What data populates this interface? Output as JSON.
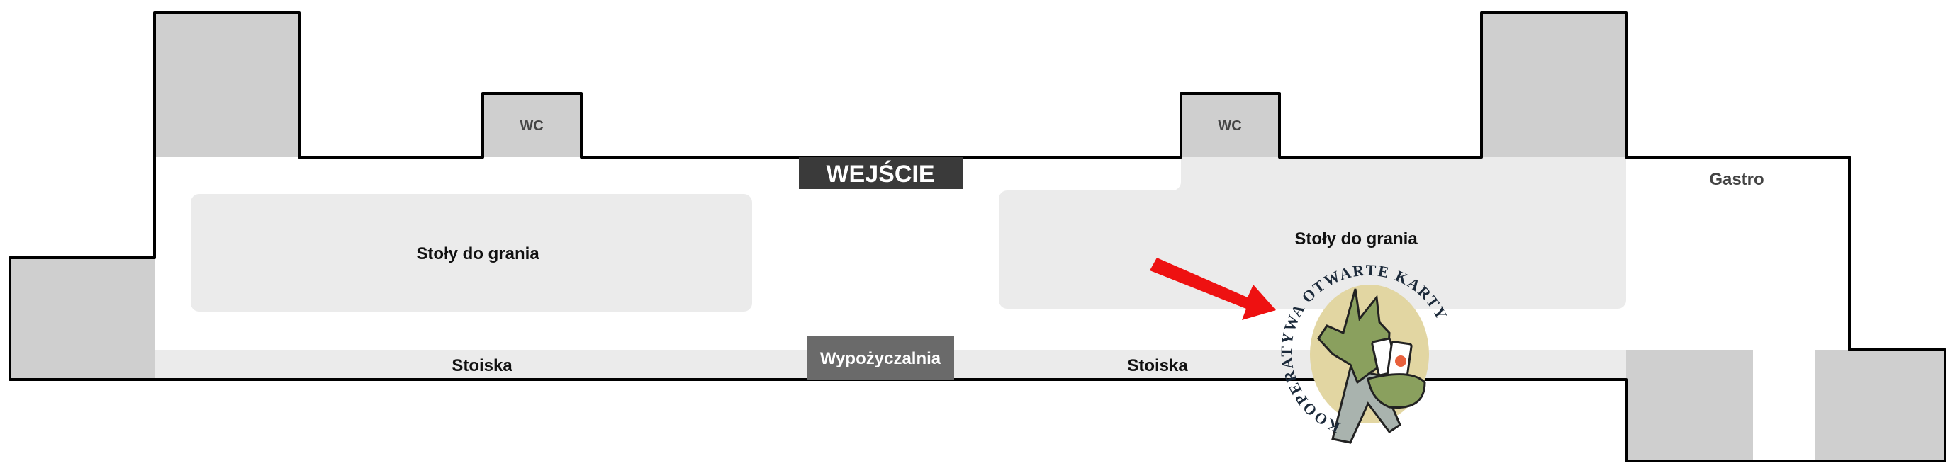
{
  "labels": {
    "entrance": "WEJŚCIE",
    "wc_left": "WC",
    "wc_right": "WC",
    "tables_left": "Stoły do grania",
    "tables_right": "Stoły do grania",
    "stalls_left": "Stoiska",
    "stalls_right": "Stoiska",
    "rental": "Wypożyczalnia",
    "gastro": "Gastro"
  },
  "logo": {
    "text": "KOOPERATYWA OTWARTE KARTY",
    "icon": "dragon-with-cards"
  },
  "marker": {
    "icon": "red-arrow",
    "color": "#ee1111"
  },
  "colors": {
    "wall": "#000000",
    "room": "#cfcfcf",
    "area": "#ebebeb",
    "entrance_bg": "#3a3a3a",
    "rental_bg": "#6a6a6a"
  }
}
